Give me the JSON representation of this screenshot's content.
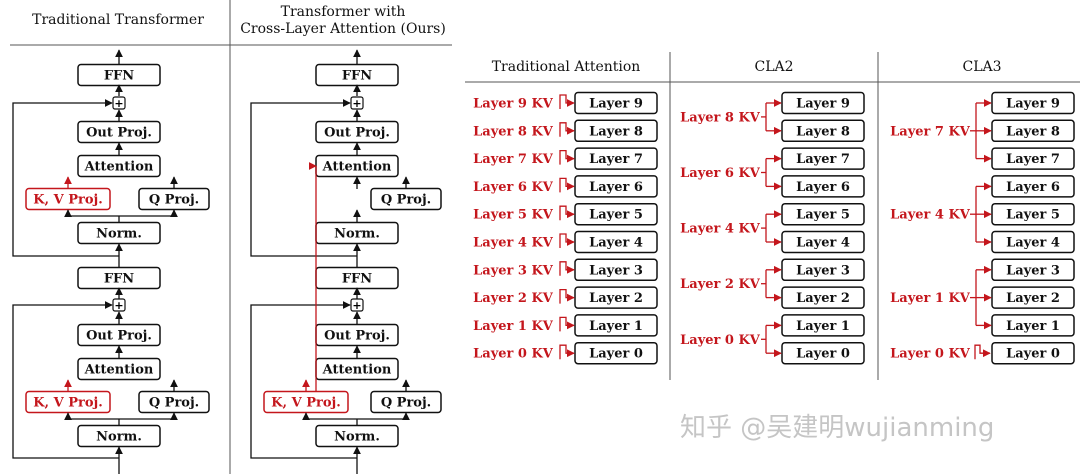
{
  "left_diagram": {
    "col1_title": "Traditional Transformer",
    "col2_title_line1": "Transformer with",
    "col2_title_line2": "Cross-Layer Attention (Ours)",
    "ffn": "FFN",
    "out_proj": "Out Proj.",
    "attention": "Attention",
    "kv_proj": "K, V Proj.",
    "q_proj": "Q Proj.",
    "norm": "Norm.",
    "plus": "+"
  },
  "right_diagram": {
    "headers": [
      "Traditional Attention",
      "CLA2",
      "CLA3"
    ],
    "layers": [
      "Layer 9",
      "Layer 8",
      "Layer 7",
      "Layer 6",
      "Layer 5",
      "Layer 4",
      "Layer 3",
      "Layer 2",
      "Layer 1",
      "Layer 0"
    ],
    "traditional_kv": [
      "Layer 9 KV",
      "Layer 8 KV",
      "Layer 7 KV",
      "Layer 6 KV",
      "Layer 5 KV",
      "Layer 4 KV",
      "Layer 3 KV",
      "Layer 2 KV",
      "Layer 1 KV",
      "Layer 0 KV"
    ],
    "cla2_kv": [
      "Layer 8 KV",
      "Layer 6 KV",
      "Layer 4 KV",
      "Layer 2 KV",
      "Layer 0 KV"
    ],
    "cla3_kv": [
      "Layer 7 KV",
      "Layer 4 KV",
      "Layer 1 KV",
      "Layer 0 KV"
    ]
  },
  "watermark": "知乎 @吴建明wujianming",
  "colors": {
    "accent_red": "#c4161c",
    "ink": "#111111",
    "divider": "#555555"
  }
}
